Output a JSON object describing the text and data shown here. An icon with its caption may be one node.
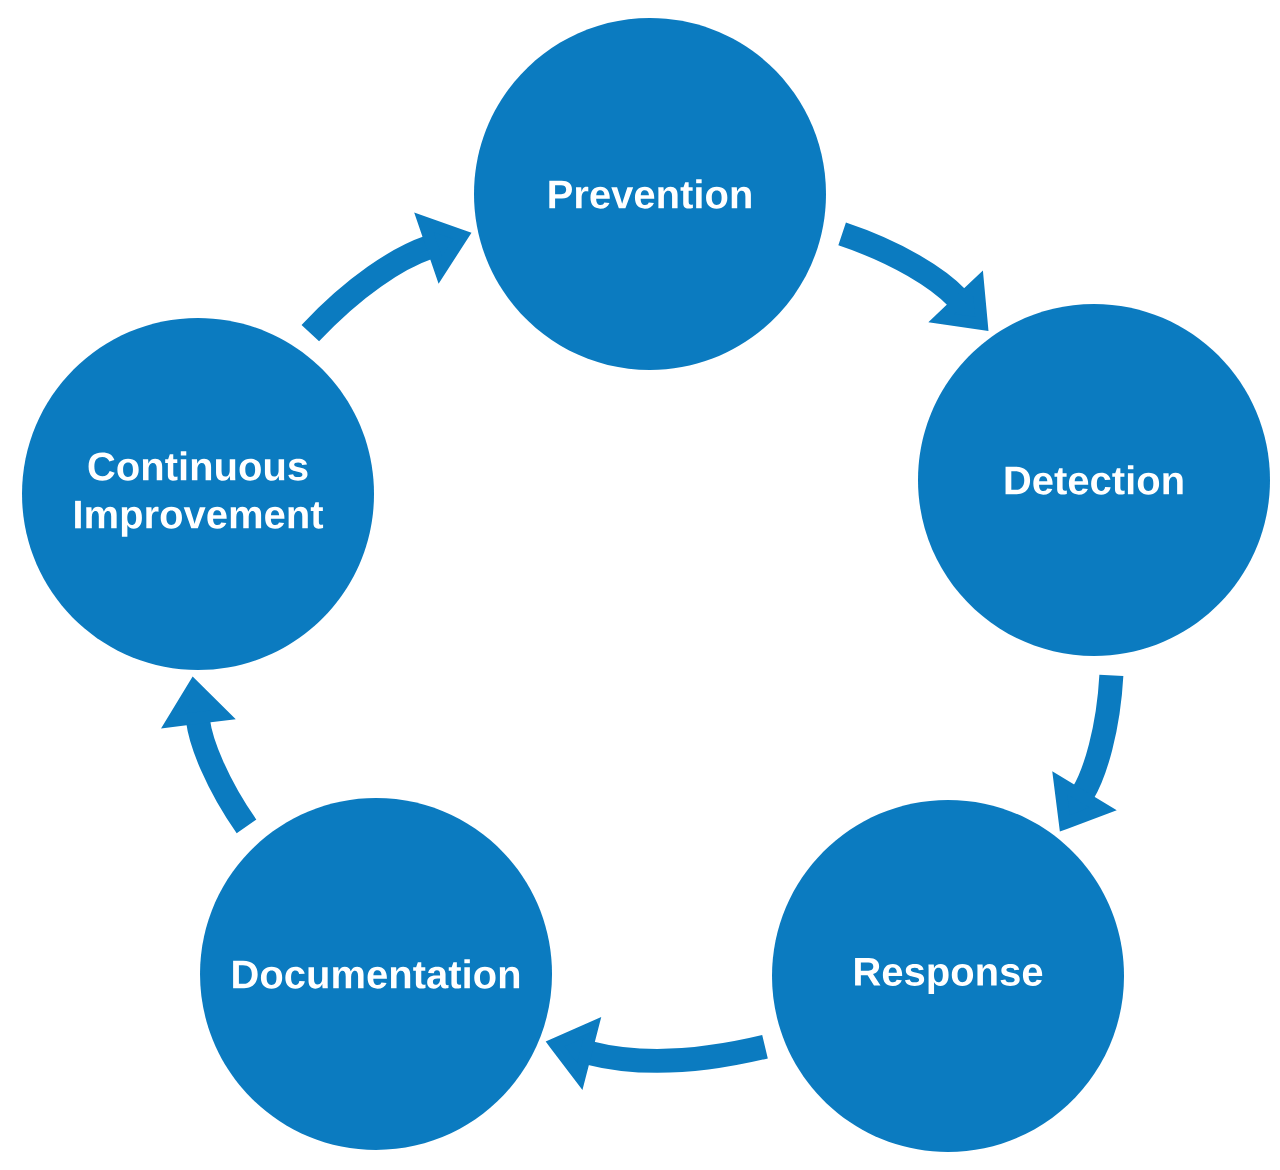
{
  "diagram": {
    "nodes": [
      {
        "text": [
          "Prevention"
        ]
      },
      {
        "text": [
          "Detection"
        ]
      },
      {
        "text": [
          "Response"
        ]
      },
      {
        "text": [
          "Documentation"
        ]
      },
      {
        "text": [
          "Continuous Improvement"
        ]
      }
    ],
    "edges": [
      {
        "from": 0,
        "to": 1,
        "arrow": "to"
      },
      {
        "from": 1,
        "to": 2,
        "arrow": "to"
      },
      {
        "from": 2,
        "to": 3,
        "arrow": "to"
      },
      {
        "from": 3,
        "to": 4,
        "arrow": "to"
      },
      {
        "from": 4,
        "to": 0,
        "arrow": "to"
      }
    ]
  }
}
